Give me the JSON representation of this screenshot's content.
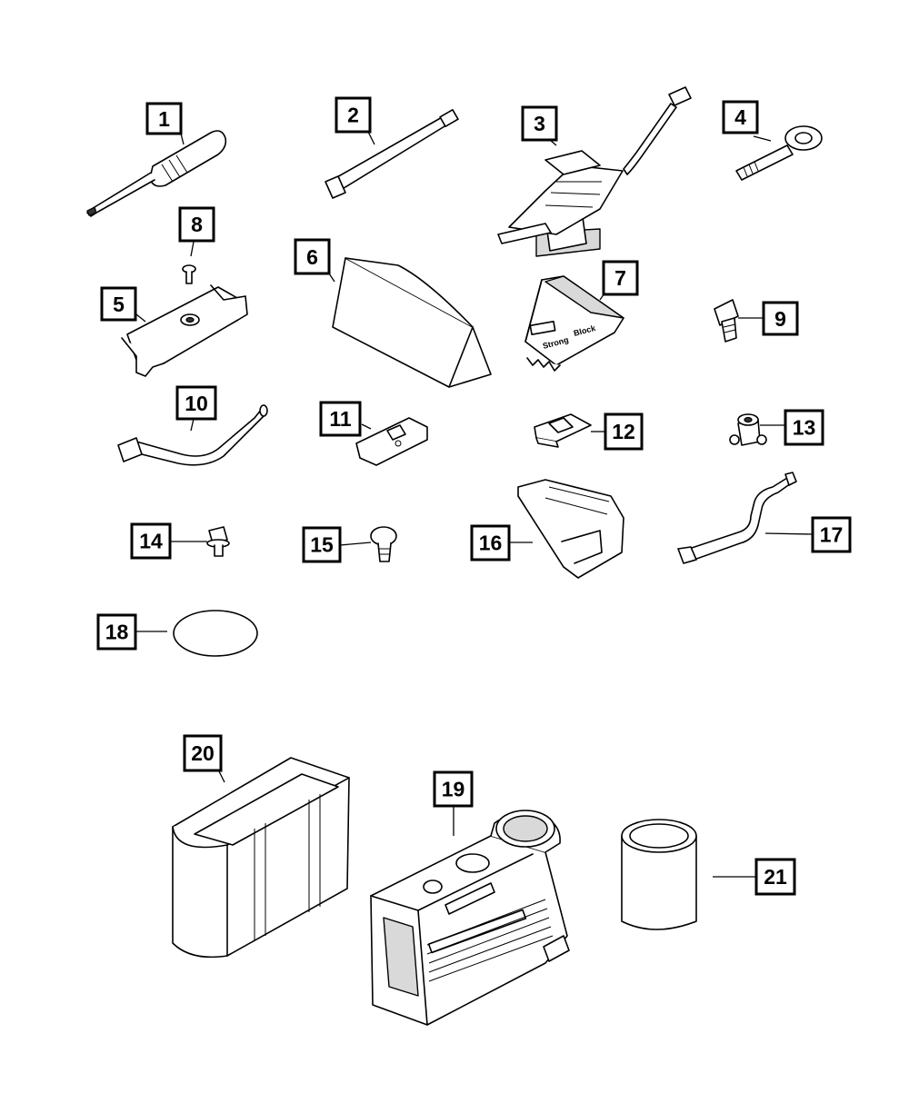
{
  "callouts": [
    {
      "num": "1",
      "part": "screwdriver-icon"
    },
    {
      "num": "2",
      "part": "jack-handle-extension-icon"
    },
    {
      "num": "3",
      "part": "scissor-jack-icon"
    },
    {
      "num": "4",
      "part": "tow-hook-eye-bolt-icon"
    },
    {
      "num": "5",
      "part": "jack-bracket-icon"
    },
    {
      "num": "6",
      "part": "foam-block-icon"
    },
    {
      "num": "7",
      "part": "wheel-chock-icon"
    },
    {
      "num": "8",
      "part": "screw-icon"
    },
    {
      "num": "9",
      "part": "bolt-icon"
    },
    {
      "num": "10",
      "part": "lug-wrench-icon"
    },
    {
      "num": "11",
      "part": "bracket-plate-icon"
    },
    {
      "num": "12",
      "part": "clip-icon"
    },
    {
      "num": "13",
      "part": "wing-nut-icon"
    },
    {
      "num": "14",
      "part": "flange-bolt-icon"
    },
    {
      "num": "15",
      "part": "push-pin-icon"
    },
    {
      "num": "16",
      "part": "storage-bin-icon"
    },
    {
      "num": "17",
      "part": "hold-down-strap-icon"
    },
    {
      "num": "18",
      "part": "decal-icon"
    },
    {
      "num": "19",
      "part": "air-compressor-icon"
    },
    {
      "num": "20",
      "part": "sealant-canister-case-icon"
    },
    {
      "num": "21",
      "part": "sealant-bottle-icon"
    }
  ],
  "chock_labels": {
    "brand": "Strong",
    "brand2": "Block"
  }
}
